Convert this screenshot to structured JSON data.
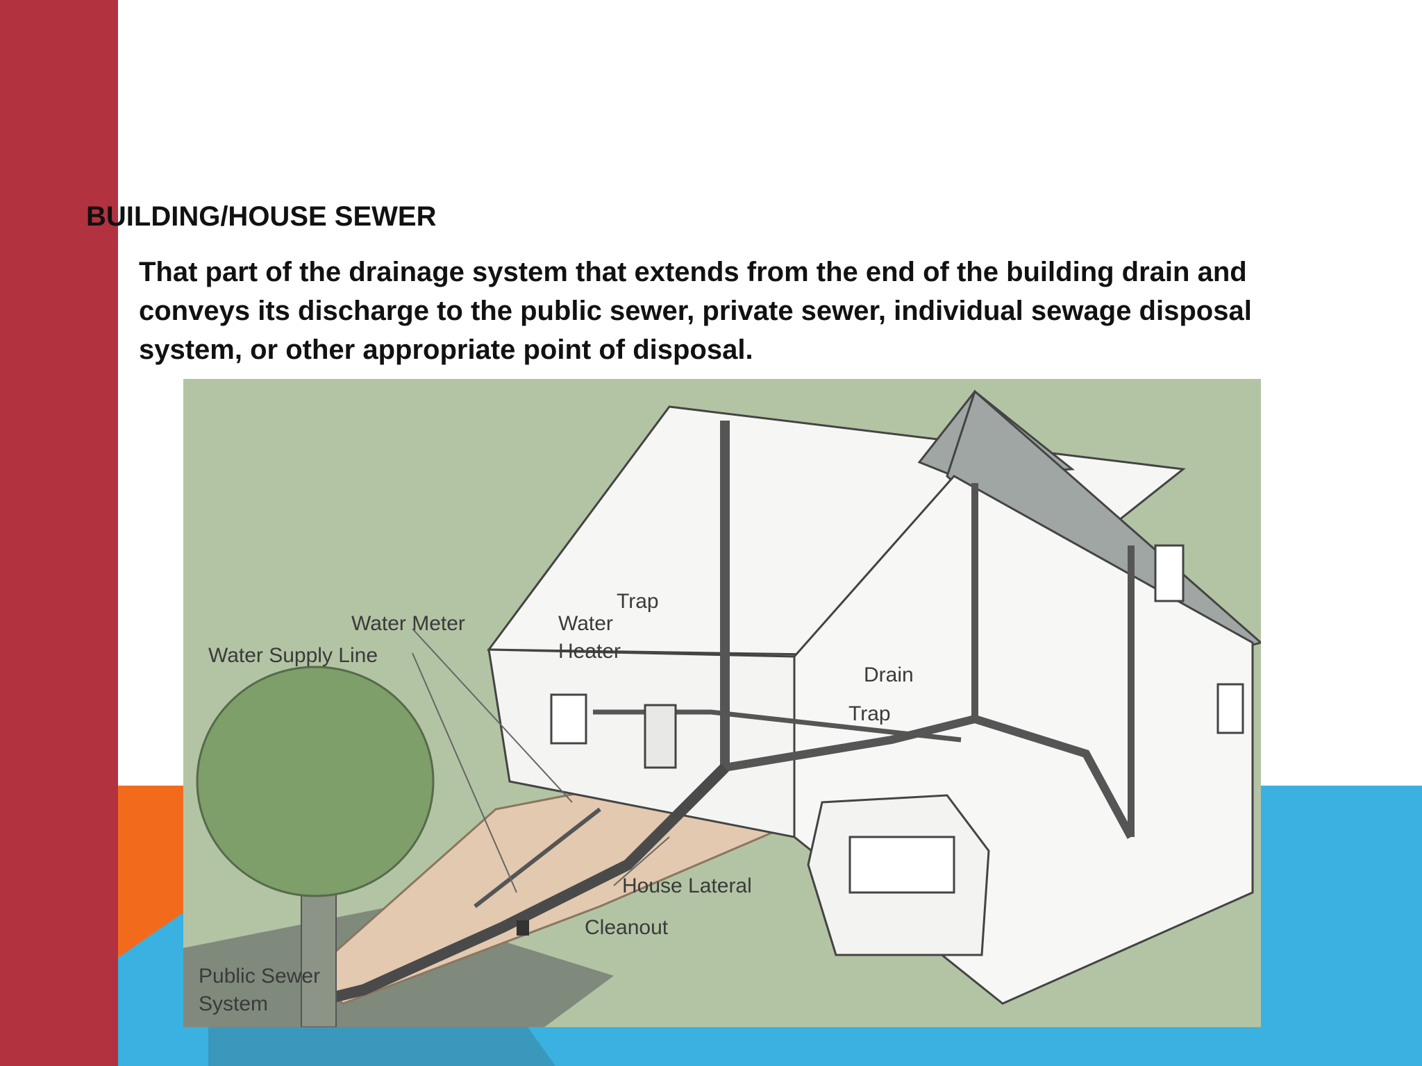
{
  "colors": {
    "red_band": "#B23240",
    "orange_accent": "#F26B1D",
    "blue_accent": "#3AB1E0",
    "blue_dark": "#3A98BC",
    "diagram_bg": "#B3C4A4",
    "roof_gray": "#9FA6A3"
  },
  "slide": {
    "title": "BUILDING/HOUSE SEWER",
    "body": "That part of the drainage system that extends from the end of the building drain and conveys its discharge to the public sewer, private sewer, individual sewage disposal system, or other appropriate point of disposal."
  },
  "diagram": {
    "labels": {
      "trap_upper": "Trap",
      "water_meter": "Water Meter",
      "water_heater_1": "Water",
      "water_heater_2": "Heater",
      "water_supply_line": "Water Supply Line",
      "drain": "Drain",
      "trap_lower": "Trap",
      "house_lateral": "House Lateral",
      "cleanout": "Cleanout",
      "public_sewer_1": "Public Sewer",
      "public_sewer_2": "System"
    }
  }
}
